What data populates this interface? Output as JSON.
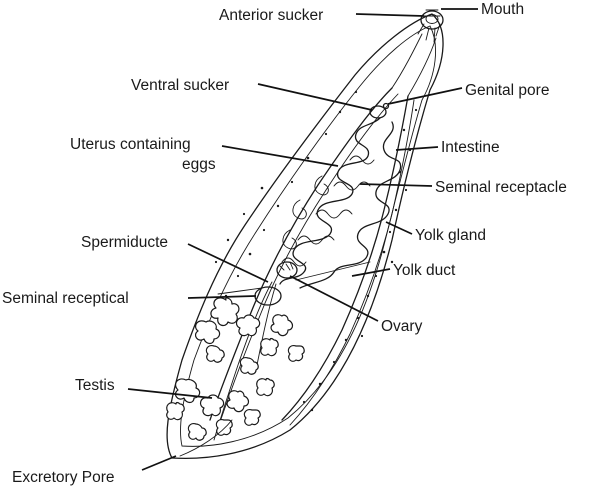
{
  "labels": {
    "mouth": "Mouth",
    "anterior_sucker": "Anterior sucker",
    "ventral_sucker": "Ventral sucker",
    "genital_pore": "Genital pore",
    "uterus_line1": "Uterus containing",
    "uterus_line2": "eggs",
    "intestine": "Intestine",
    "seminal_receptacle": "Seminal receptacle",
    "yolk_gland": "Yolk gland",
    "spermiducte": "Spermiducte",
    "yolk_duct": "Yolk duct",
    "seminal_receptical": "Seminal receptical",
    "ovary": "Ovary",
    "testis": "Testis",
    "excretory_pore": "Excretory Pore"
  }
}
